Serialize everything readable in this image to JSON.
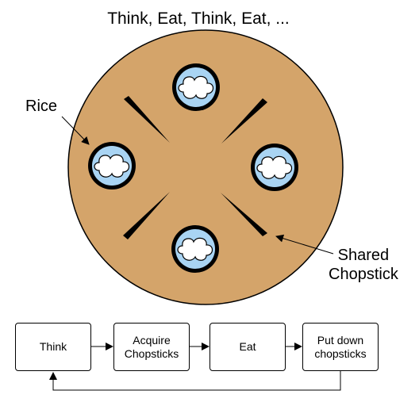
{
  "title": "Think, Eat, Think, Eat, ...",
  "labels": {
    "rice": "Rice",
    "shared_chopstick_line1": "Shared",
    "shared_chopstick_line2": "Chopstick"
  },
  "flow": {
    "think": "Think",
    "acquire_line1": "Acquire",
    "acquire_line2": "Chopsticks",
    "eat": "Eat",
    "putdown_line1": "Put down",
    "putdown_line2": "chopsticks"
  },
  "colors": {
    "table": "#d4a46a",
    "bowl": "#a9d4f3",
    "rice": "#ffffff",
    "ink": "#000000"
  },
  "icons": [
    "rice-bowl-icon",
    "chopstick-icon",
    "arrow-icon"
  ]
}
